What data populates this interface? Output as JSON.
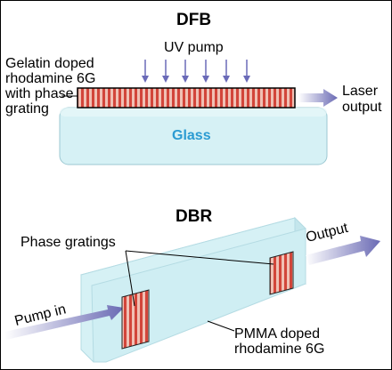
{
  "dfb": {
    "title": "DFB",
    "uv_pump": "UV pump",
    "gelatin_line1": "Gelatin doped",
    "gelatin_line2": "rhodamine 6G",
    "gelatin_line3": "with phase",
    "gelatin_line4": "grating",
    "laser_line1": "Laser",
    "laser_line2": "output",
    "glass": "Glass"
  },
  "dbr": {
    "title": "DBR",
    "phase_gratings": "Phase gratings",
    "output": "Output",
    "pump_in": "Pump in",
    "pmma_line1": "PMMA doped",
    "pmma_line2": "rhodamine 6G"
  },
  "colors": {
    "glass_fill": "#d6f1f5",
    "glass_text": "#2b9bd2",
    "grating_red": "#d2453a",
    "grating_light": "#f0c0b4",
    "arrow_blue": "#7070b8"
  }
}
